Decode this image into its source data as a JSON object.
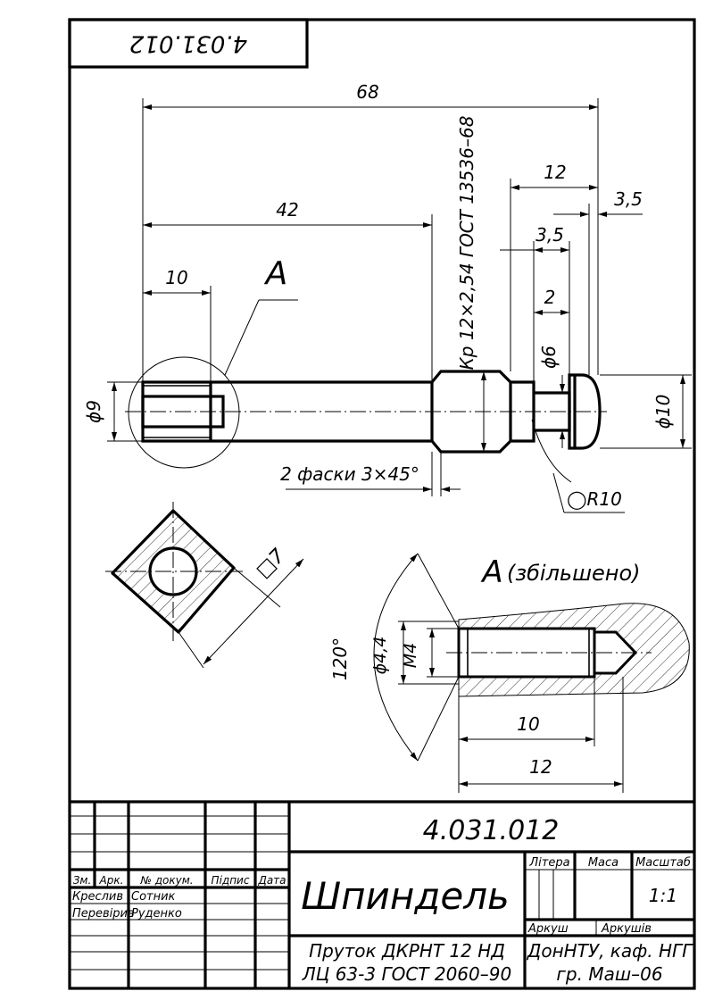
{
  "drawing_number_top": "4.031.012",
  "drawing_number": "4.031.012",
  "part_name": "Шпиндель",
  "dimensions": {
    "overall_length": "68",
    "len_42": "42",
    "len_10": "10",
    "len_12": "12",
    "len_3_5_a": "3,5",
    "len_3_5_b": "3,5",
    "len_2": "2",
    "dia_9": "ϕ9",
    "dia_6": "ϕ6",
    "dia_10": "ϕ10",
    "knurl": "Кр 12×2,54 ГОСТ 13536–68",
    "chamfers": "2 фаски 3×45°",
    "radius": "◯R10",
    "square": "□7"
  },
  "detail": {
    "callout": "А",
    "title_letter": "А",
    "title_suffix": "(збільшено)",
    "angle": "120°",
    "dia_4_4": "ϕ4,4",
    "thread": "М4",
    "len_10": "10",
    "len_12": "12"
  },
  "title_block": {
    "headers": [
      "Зм.",
      "Арк.",
      "№ докум.",
      "Підпис",
      "Дата"
    ],
    "row_drawn_label": "Креслив",
    "row_drawn_name": "Сотник",
    "row_checked_label": "Перевірив",
    "row_checked_name": "Руденко",
    "litera": "Літера",
    "masa": "Маса",
    "masshtab": "Масштаб",
    "scale_value": "1:1",
    "arkush": "Аркуш",
    "arkushiv": "Аркушів",
    "material_line1": "Пруток ДКРНТ 12 НД",
    "material_line2": "ЛЦ 63-3 ГОСТ 2060–90",
    "org_line1": "ДонНТУ, каф. НГГ",
    "org_line2": "гр. Маш–06"
  }
}
